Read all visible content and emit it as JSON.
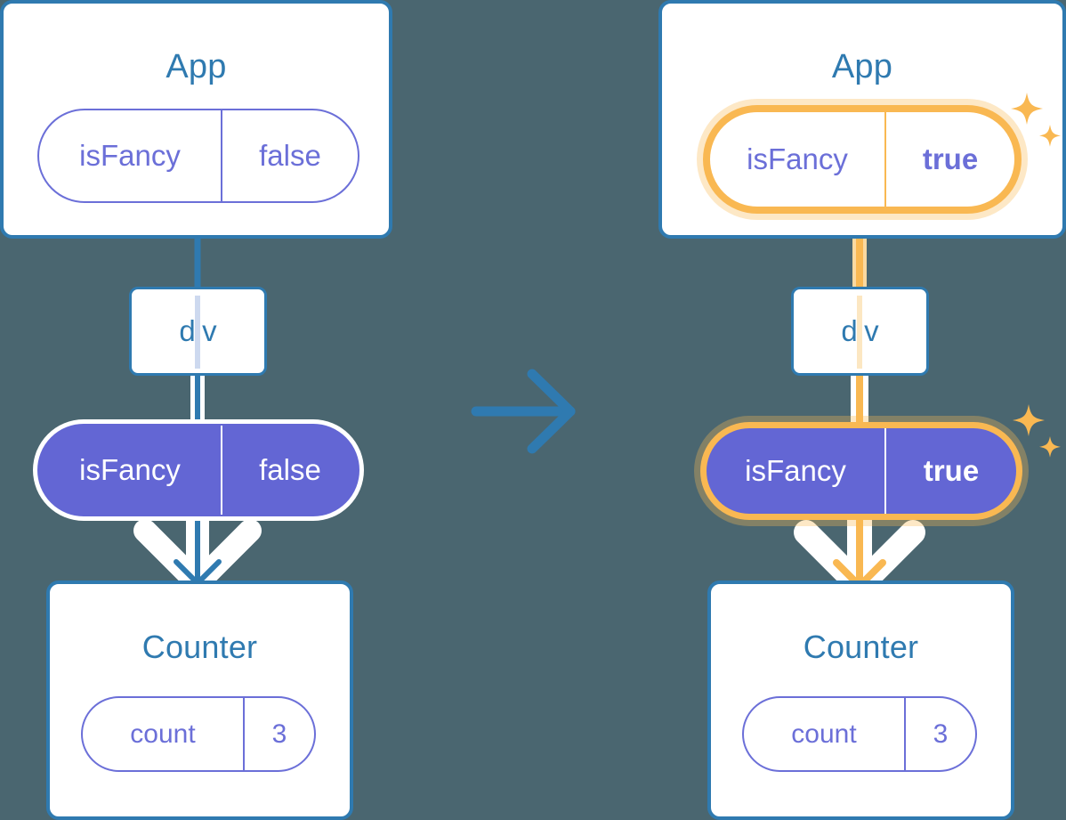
{
  "diagram": {
    "title": "React state propagation: isFancy false to true",
    "background_color": "#4a6670",
    "accent_blue": "#2f7ab0",
    "accent_purple": "#6366d4",
    "accent_orange": "#f9b852",
    "transition_arrow": "right-arrow"
  },
  "before": {
    "app": {
      "title": "App",
      "state": {
        "name": "isFancy",
        "value": "false"
      }
    },
    "div": {
      "label": "div"
    },
    "prop": {
      "name": "isFancy",
      "value": "false"
    },
    "counter": {
      "title": "Counter",
      "state": {
        "name": "count",
        "value": "3"
      }
    }
  },
  "after": {
    "app": {
      "title": "App",
      "state": {
        "name": "isFancy",
        "value": "true"
      }
    },
    "div": {
      "label": "div"
    },
    "prop": {
      "name": "isFancy",
      "value": "true"
    },
    "counter": {
      "title": "Counter",
      "state": {
        "name": "count",
        "value": "3"
      }
    }
  }
}
